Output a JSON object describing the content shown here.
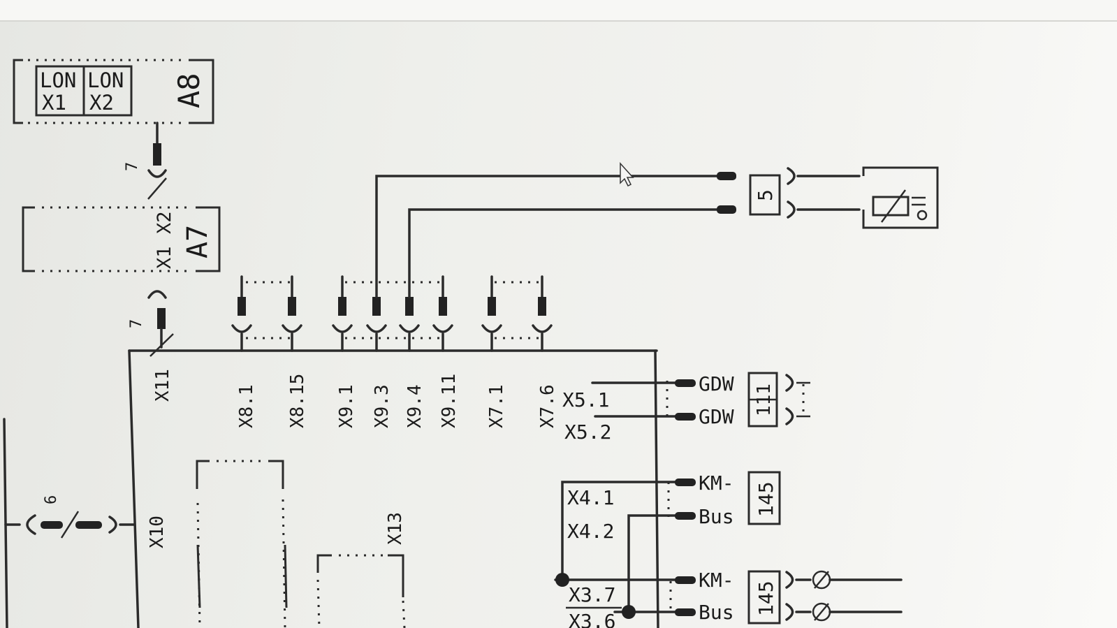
{
  "lon": {
    "x1_l1": "LON",
    "x1_l2": "X1",
    "x2_l1": "LON",
    "x2_l2": "X2",
    "module": "A8"
  },
  "a7": {
    "module": "A7",
    "x1": "X1",
    "x2": "X2",
    "wire_no": "7",
    "wire_no_lower": "7"
  },
  "sensor": {
    "number": "5"
  },
  "board_pins": [
    "X11",
    "X8.1",
    "X8.15",
    "X9.1",
    "X9.3",
    "X9.4",
    "X9.11",
    "X7.1",
    "X7.6"
  ],
  "x5": {
    "p1": "X5.1",
    "p2": "X5.2",
    "sig1": "GDW",
    "sig2": "GDW",
    "ref": "111"
  },
  "x4": {
    "p1": "X4.1",
    "p2": "X4.2",
    "sig1": "KM-",
    "sig2": "Bus",
    "ref": "145"
  },
  "x3": {
    "p1": "X3.7",
    "p2": "X3.6",
    "sig1": "KM-",
    "sig2": "Bus",
    "ref": "145"
  },
  "x10": {
    "label": "X10",
    "wire_no": "6"
  },
  "x13": {
    "label": "X13"
  }
}
